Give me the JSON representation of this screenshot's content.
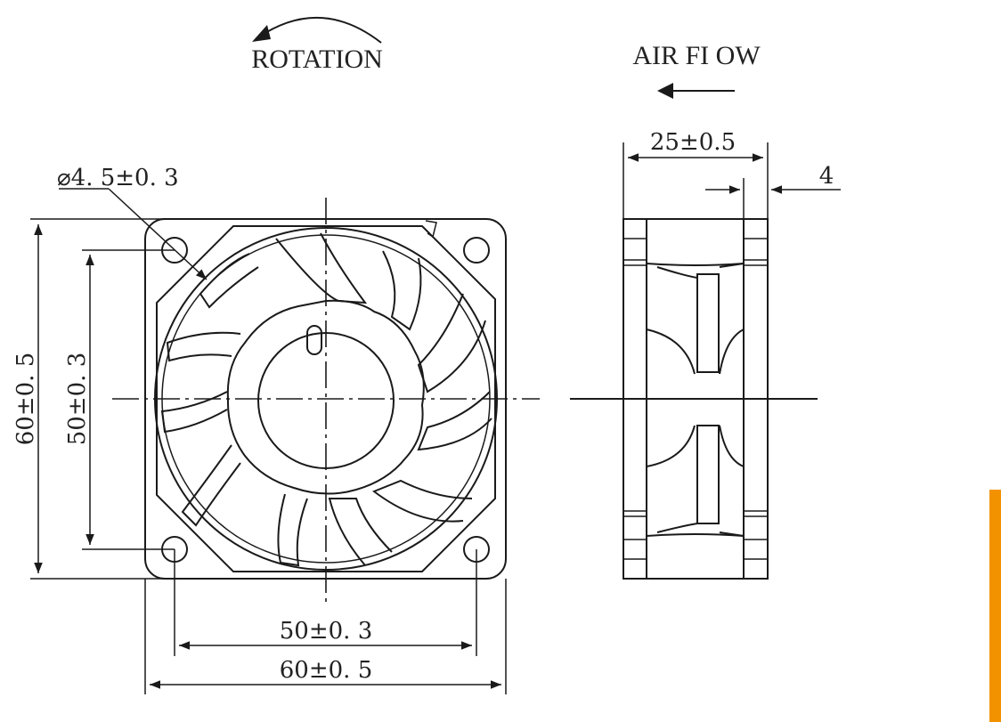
{
  "labels": {
    "rotation": "ROTATION",
    "airflow": "AIR FI OW"
  },
  "dimensions": {
    "hole_diameter": "⌀4. 5±0. 3",
    "overall_height": "60±0. 5",
    "hole_pitch_vertical": "50±0. 3",
    "hole_pitch_horizontal": "50±0. 3",
    "overall_width": "60±0. 5",
    "depth": "25±0.5",
    "flange": "4"
  },
  "colors": {
    "line": "#1a1a1a",
    "accent": "#f39200"
  }
}
